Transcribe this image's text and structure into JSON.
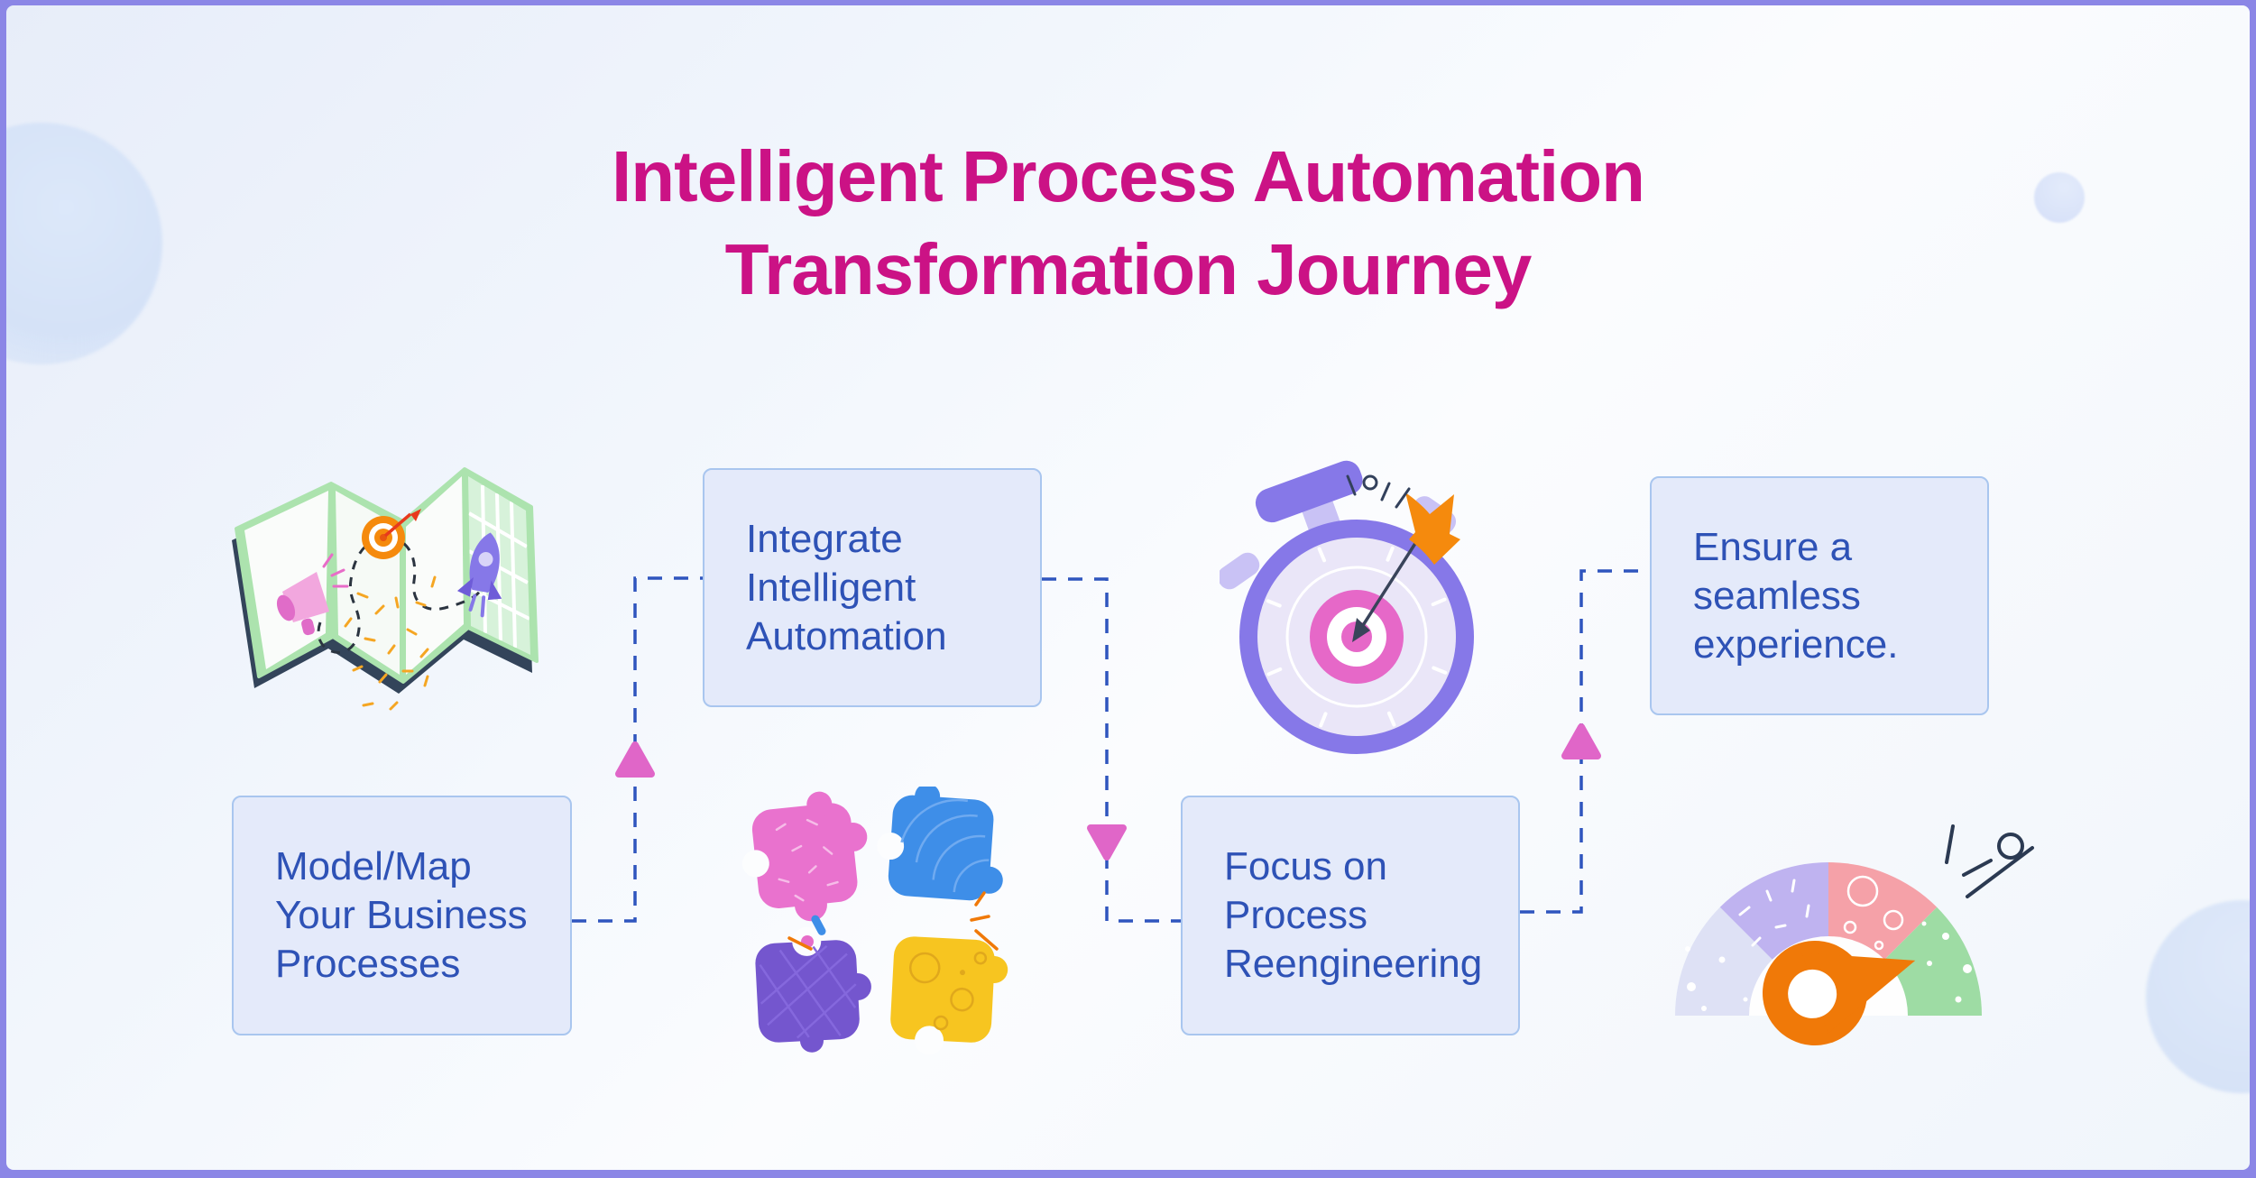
{
  "header": {
    "title_line1": "Intelligent Process Automation",
    "title_line2": "Transformation Journey"
  },
  "steps": [
    {
      "name": "model-map-processes",
      "lines": [
        "Model/Map",
        "Your Business",
        "Processes"
      ]
    },
    {
      "name": "integrate-automation",
      "lines": [
        "Integrate",
        "Intelligent",
        "Automation"
      ]
    },
    {
      "name": "focus-reengineering",
      "lines": [
        "Focus on",
        "Process",
        "Reengineering"
      ]
    },
    {
      "name": "ensure-experience",
      "lines": [
        "Ensure a",
        "seamless",
        "experience."
      ]
    }
  ],
  "illustrations": {
    "map": "folded-map-with-target-dart-rocket-megaphone",
    "puzzle": "four-interlocking-puzzle-pieces",
    "stopwatch": "stopwatch-with-dart-hitting-bullseye",
    "gauge": "speedometer-gauge-with-orange-pointer"
  },
  "connectors": [
    {
      "from": "model-map-processes",
      "to": "integrate-automation",
      "arrow": "up"
    },
    {
      "from": "integrate-automation",
      "to": "focus-reengineering",
      "arrow": "down"
    },
    {
      "from": "focus-reengineering",
      "to": "ensure-experience",
      "arrow": "up"
    }
  ],
  "colors": {
    "title": "#CB1285",
    "card_bg": "#E4EAFA",
    "card_border": "#A9C6EF",
    "card_text": "#2E52B6",
    "connector": "#2F55BE",
    "arrow": "#E066C8",
    "frame": "#8B86E6"
  }
}
